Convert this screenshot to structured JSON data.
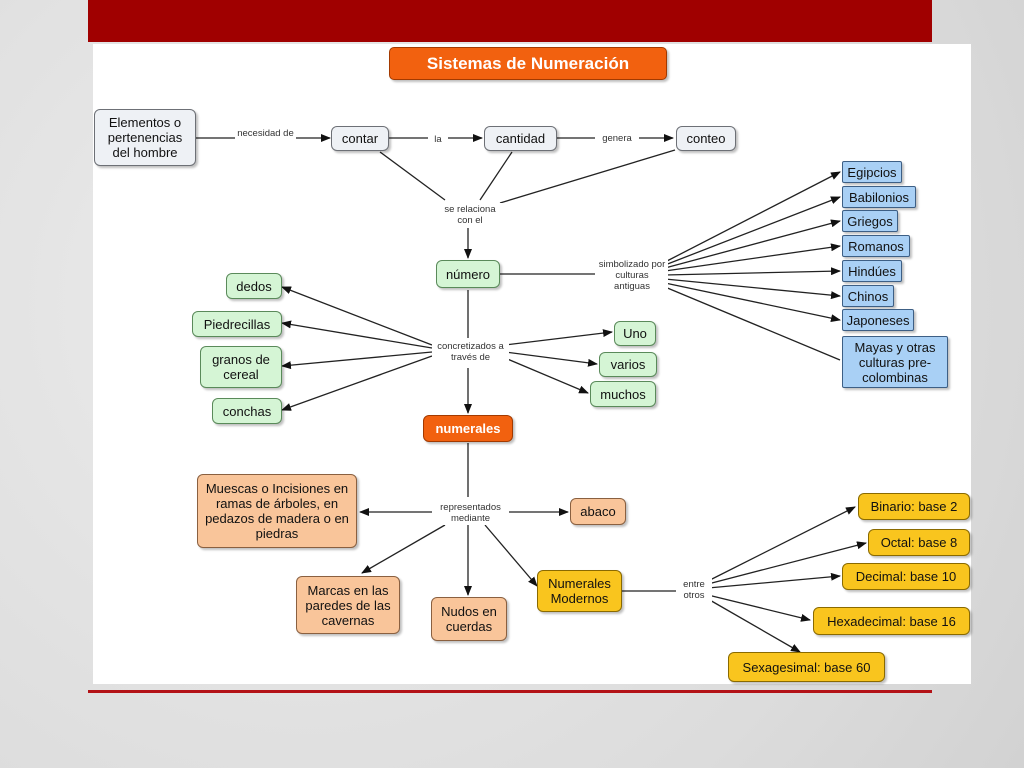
{
  "title": "Sistemas de Numeración",
  "nodes": {
    "elementos": "Elementos o pertenencias del hombre",
    "contar": "contar",
    "cantidad": "cantidad",
    "conteo": "conteo",
    "numero": "número",
    "numerales": "numerales",
    "dedos": "dedos",
    "piedrecillas": "Piedrecillas",
    "granos": "granos de cereal",
    "conchas": "conchas",
    "uno": "Uno",
    "varios": "varios",
    "muchos": "muchos",
    "egipcios": "Egipcios",
    "babilonios": "Babilonios",
    "griegos": "Griegos",
    "romanos": "Romanos",
    "hindues": "Hindúes",
    "chinos": "Chinos",
    "japoneses": "Japoneses",
    "mayas": "Mayas y otras culturas pre-colombinas",
    "muescas": "Muescas o Incisiones en ramas de árboles, en pedazos de madera o en piedras",
    "abaco": "abaco",
    "marcas": "Marcas en las paredes de las cavernas",
    "nudos": "Nudos en cuerdas",
    "modernos": "Numerales Modernos",
    "binario": "Binario: base 2",
    "octal": "Octal: base 8",
    "decimal": "Decimal: base 10",
    "hexadecimal": "Hexadecimal: base 16",
    "sexagesimal": "Sexagesimal: base 60"
  },
  "links": {
    "necesidad_de": "necesidad de",
    "la": "la",
    "genera": "genera",
    "se_relaciona": "se relaciona con el",
    "simbolizado": "simbolizado por culturas antiguas",
    "concretizados": "concretizados a través de",
    "representados": "representados mediante",
    "entre_otros": "entre otros"
  },
  "colors": {
    "header_bar": "#a00000",
    "title_fill": "#f2610f",
    "gray_node": "#eef1f5",
    "green_node": "#d5f5d5",
    "blue_node": "#a9d0f5",
    "orange_node": "#f9c59a",
    "yellow_node": "#f9c51e"
  }
}
